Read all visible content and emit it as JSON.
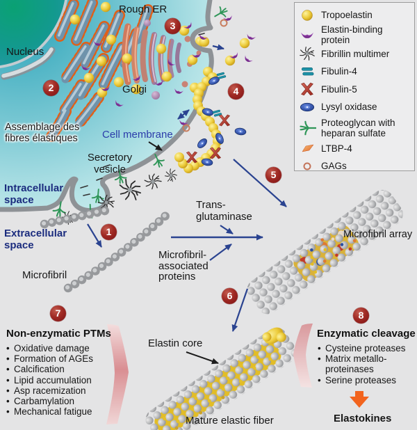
{
  "colors": {
    "background": "#e4e4e5",
    "cytoplasm_teal": "#2aa3b9",
    "nucleus_green": "#0aa173",
    "membrane_gray": "#8e9296",
    "badge_red": "#9e2320",
    "arrow_navy": "#2a4390",
    "label_navy": "#1b2c7e",
    "label_royal": "#2b3caa",
    "tropoelastin_yellow": "#e8c832",
    "chevron_pink": "#d98e92",
    "elastokine_orange": "#f2641e"
  },
  "cell": {
    "rough_er": "Rough ER",
    "nucleus": "Nucleus",
    "golgi": "Golgi",
    "cell_membrane": "Cell membrane",
    "secretory_vesicle": "Secretory\nvesicle"
  },
  "regions": {
    "assemblage": "Assemblage des\nfibres élastiques",
    "intracellular": "Intracellular\nspace",
    "extracellular": "Extracellular\nspace"
  },
  "structures": {
    "microfibril": "Microfibril",
    "trans_glutaminase": "Trans-\nglutaminase",
    "microfibril_associated": "Microfibril-\nassociated\nproteins",
    "microfibril_array": "Microfibril array",
    "elastin_core": "Elastin core",
    "mature_elastic_fiber": "Mature elastic fiber"
  },
  "steps": [
    "1",
    "2",
    "3",
    "4",
    "5",
    "6",
    "7",
    "8"
  ],
  "legend": {
    "items": [
      {
        "icon": "tropoelastin-icon",
        "label": "Tropoelastin"
      },
      {
        "icon": "elastin-binding-protein-icon",
        "label": "Elastin-binding protein"
      },
      {
        "icon": "fibrillin-multimer-icon",
        "label": "Fibrillin multimer"
      },
      {
        "icon": "fibulin-4-icon",
        "label": "Fibulin-4"
      },
      {
        "icon": "fibulin-5-icon",
        "label": "Fibulin-5"
      },
      {
        "icon": "lysyl-oxidase-icon",
        "label": "Lysyl oxidase"
      },
      {
        "icon": "proteoglycan-icon",
        "label": "Proteoglycan with\nheparan sulfate"
      },
      {
        "icon": "ltbp-4-icon",
        "label": "LTBP-4"
      },
      {
        "icon": "gags-icon",
        "label": "GAGs"
      }
    ]
  },
  "panel_ptm": {
    "title": "Non-enzymatic PTMs",
    "items": [
      "Oxidative damage",
      "Formation of AGEs",
      "Calcification",
      "Lipid accumulation",
      "Asp racemization",
      "Carbamylation",
      "Mechanical fatigue"
    ]
  },
  "panel_cleavage": {
    "title": "Enzymatic cleavage",
    "items": [
      "Cysteine proteases",
      "Matrix metallo-\nproteinases",
      "Serine proteases"
    ],
    "result": "Elastokines"
  }
}
